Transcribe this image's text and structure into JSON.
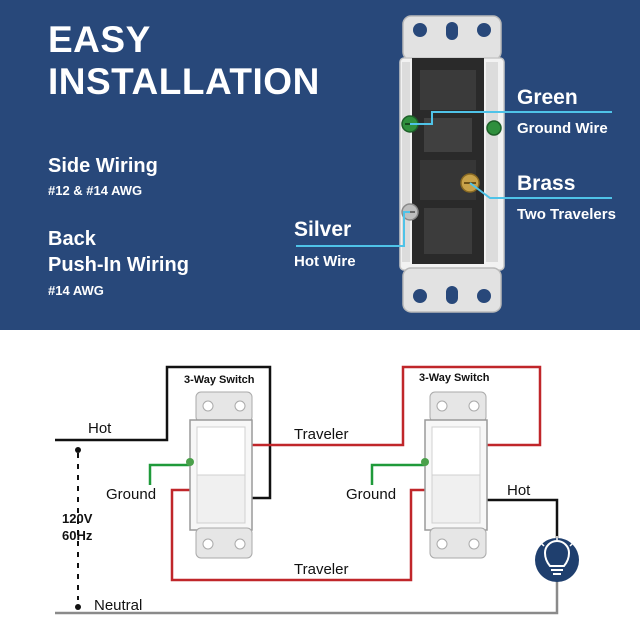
{
  "header": {
    "title_line1": "EASY",
    "title_line2": "INSTALLATION"
  },
  "features": {
    "side_wiring_title": "Side Wiring",
    "side_wiring_gauge": "#12 & #14 AWG",
    "back_wiring_title_line1": "Back",
    "back_wiring_title_line2": "Push-In Wiring",
    "back_wiring_gauge": "#14 AWG"
  },
  "callouts": {
    "green_title": "Green",
    "green_sub": "Ground Wire",
    "brass_title": "Brass",
    "brass_sub": "Two Travelers",
    "silver_title": "Silver",
    "silver_sub": "Hot Wire"
  },
  "diagram": {
    "switch1_label": "3-Way Switch",
    "switch2_label": "3-Way Switch",
    "hot_left": "Hot",
    "hot_right": "Hot",
    "ground_left": "Ground",
    "ground_right": "Ground",
    "traveler_top": "Traveler",
    "traveler_bottom": "Traveler",
    "neutral": "Neutral",
    "voltage": "120V",
    "frequency": "60Hz",
    "icon": "lightbulb-icon"
  },
  "colors": {
    "panel_blue": "#28487a",
    "callout_line": "#4fc3e8",
    "traveler_red": "#c0262a",
    "hot_black": "#111111",
    "neutral_gray": "#8a8a8a",
    "ground_green": "#1f9a3a",
    "bulb_circle": "#1f3f6e"
  }
}
